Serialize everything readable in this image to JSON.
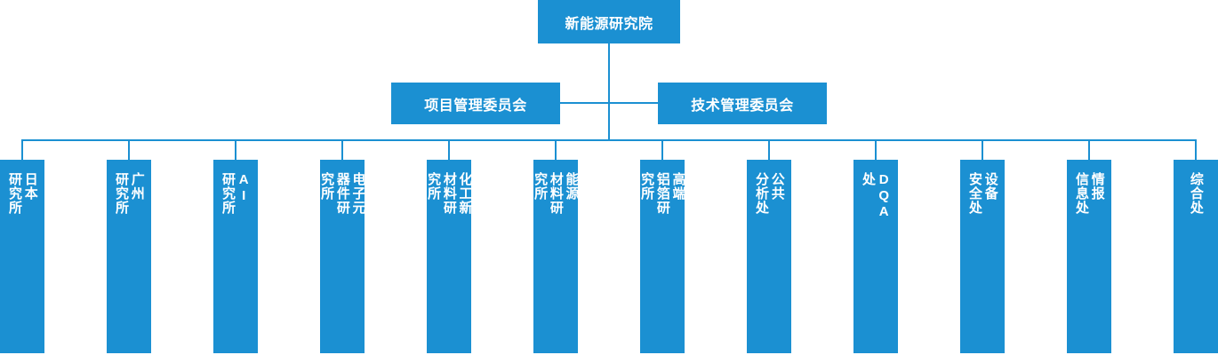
{
  "diagram": {
    "title": "新能源研究院",
    "type": "organizational-chart",
    "accent_color": "#1b90d2",
    "text_color": "#ffffff",
    "background_color": "#ffffff",
    "root": {
      "label": "新能源研究院"
    },
    "committees": [
      {
        "label": "项目管理委员会"
      },
      {
        "label": "技术管理委员会"
      }
    ],
    "departments": [
      {
        "label": "日本\n研究所"
      },
      {
        "label": "广州\n研究所"
      },
      {
        "label": "AI\n研究所"
      },
      {
        "label": "电子元\n器件研\n究所"
      },
      {
        "label": "化工新\n材料研\n究所"
      },
      {
        "label": "能源\n材料研\n究所"
      },
      {
        "label": "高端\n铝箔研\n究所"
      },
      {
        "label": "公共\n分析处"
      },
      {
        "label": "DQA\n处"
      },
      {
        "label": "设备\n安全处"
      },
      {
        "label": "情报\n信息处"
      },
      {
        "label": "综合处"
      }
    ]
  }
}
